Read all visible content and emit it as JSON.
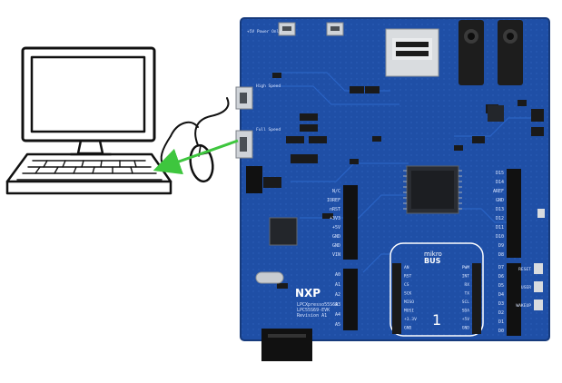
{
  "board": {
    "brand": "NXP",
    "model_lines": [
      "LPCXpresso55S69",
      "LPC55S69-EVK",
      "Revision A1"
    ],
    "mikrobus": {
      "label": "mikro",
      "label2": "BUS",
      "slot_number": "1"
    },
    "mikrobus_left_pins": [
      "AN",
      "RST",
      "CS",
      "SCK",
      "MISO",
      "MOSI",
      "+3.3V",
      "GND"
    ],
    "mikrobus_right_pins": [
      "PWM",
      "INT",
      "RX",
      "TX",
      "SCL",
      "SDA",
      "+5V",
      "GND"
    ],
    "power_header_pins": [
      "N/C",
      "IOREF",
      "nRST",
      "+3V3",
      "+5V",
      "GND",
      "GND",
      "VIN"
    ],
    "analog_header_pins": [
      "A0",
      "A1",
      "A2",
      "A3",
      "A4",
      "A5"
    ],
    "digital_header_pins": [
      "D15",
      "D14",
      "AREF",
      "GND",
      "D13",
      "D12",
      "D11",
      "D10",
      "D9",
      "D8"
    ],
    "digital_header_pins_2": [
      "D7",
      "D6",
      "D5",
      "D4",
      "D3",
      "D2",
      "D1",
      "D0"
    ],
    "side_buttons": [
      "RESET",
      "USER",
      "WAKEUP"
    ],
    "small_labels": [
      "+5V Power Only",
      "High Speed",
      "Full Speed"
    ]
  },
  "colors": {
    "pcb": "#1f4fa6",
    "pcb_dark": "#173d85",
    "arrow": "#3ec63e",
    "sketch_line": "#111111"
  }
}
